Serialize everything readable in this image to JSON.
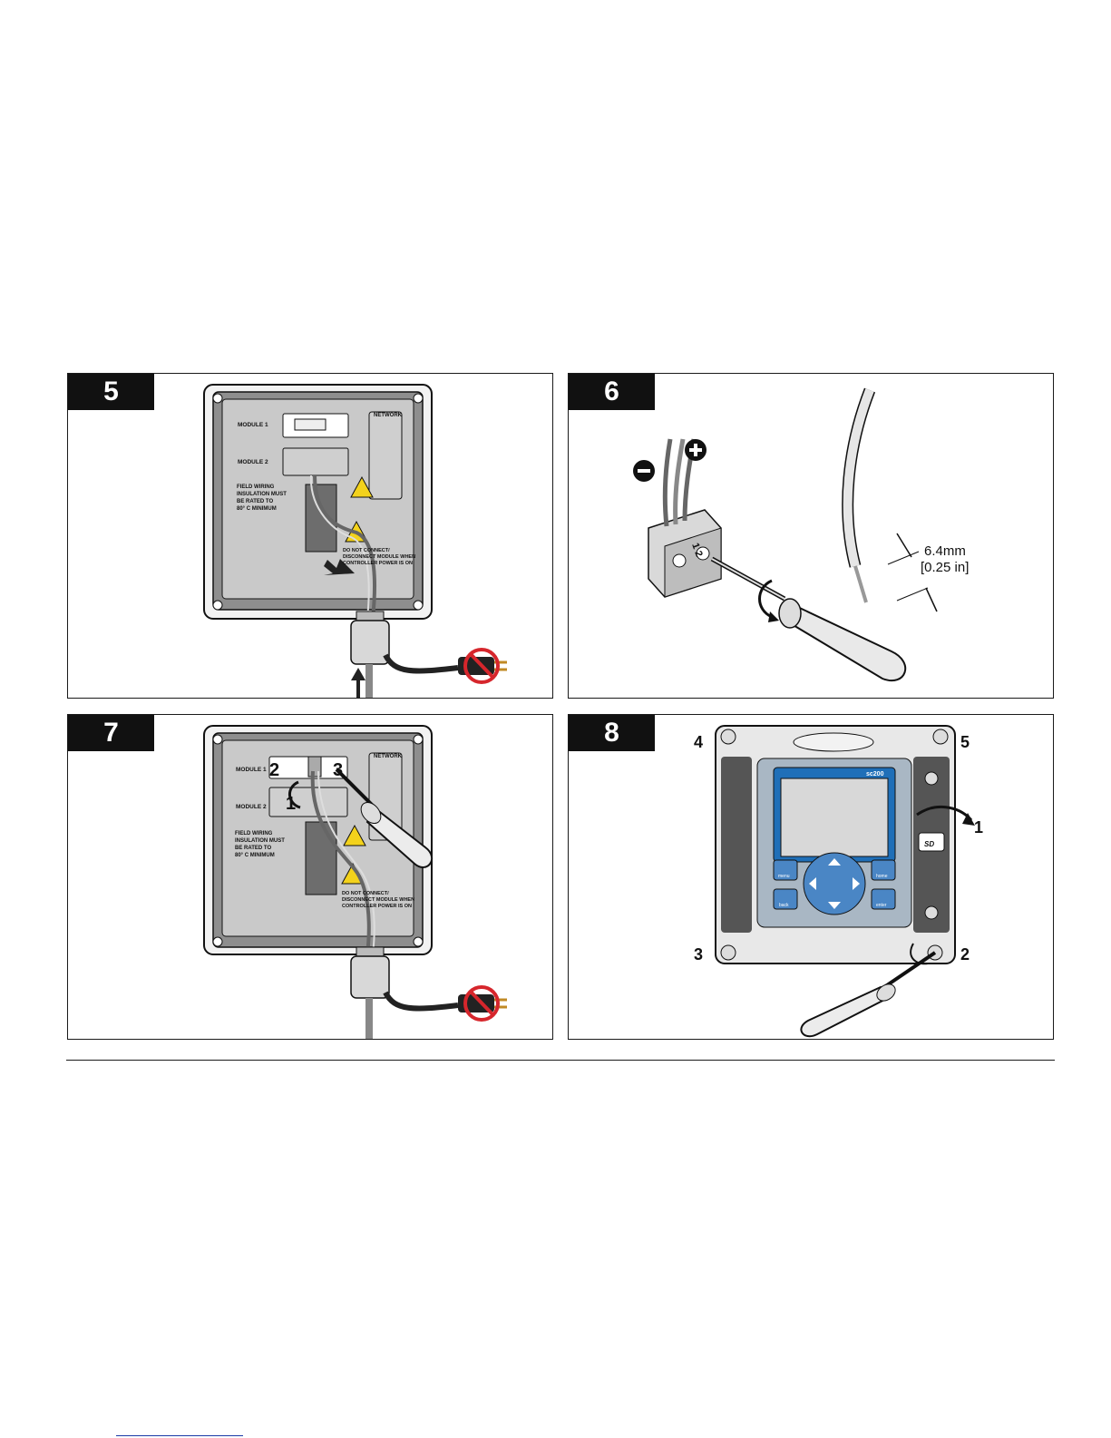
{
  "steps": [
    {
      "number": "5",
      "labels": {
        "module1": "MODULE 1",
        "module2": "MODULE 2",
        "network": "NETWORK",
        "field_wiring": [
          "FIELD WIRING",
          "INSULATION MUST",
          "BE RATED TO",
          "80° C MINIMUM"
        ],
        "warning": [
          "DO NOT CONNECT/",
          "DISCONNECT MODULE WHEN",
          "CONTROLLER POWER IS ON"
        ]
      }
    },
    {
      "number": "6",
      "labels": {
        "dimension_mm": "6.4mm",
        "dimension_in": "[0.25 in]",
        "terminal_numbers": "1 2"
      }
    },
    {
      "number": "7",
      "labels": {
        "module1": "MODULE 1",
        "module2": "MODULE 2",
        "network": "NETWORK",
        "field_wiring": [
          "FIELD WIRING",
          "INSULATION MUST",
          "BE RATED TO",
          "80° C MINIMUM"
        ],
        "warning": [
          "DO NOT CONNECT/",
          "DISCONNECT MODULE WHEN",
          "CONTROLLER POWER IS ON"
        ],
        "callouts": [
          "1",
          "2",
          "3"
        ]
      }
    },
    {
      "number": "8",
      "labels": {
        "brand": "sc200",
        "sd": "SD",
        "menu": "menu",
        "home": "home",
        "back": "back",
        "enter": "enter",
        "callouts": [
          "1",
          "2",
          "3",
          "4",
          "5"
        ]
      }
    }
  ],
  "colors": {
    "badge": "#111111",
    "enclosure": "#c9c9c9",
    "screen": "#d8d8d8",
    "keypad_blue": "#4a86c5",
    "warning_yellow": "#f3d21c",
    "no_sign_red": "#d6262c"
  }
}
